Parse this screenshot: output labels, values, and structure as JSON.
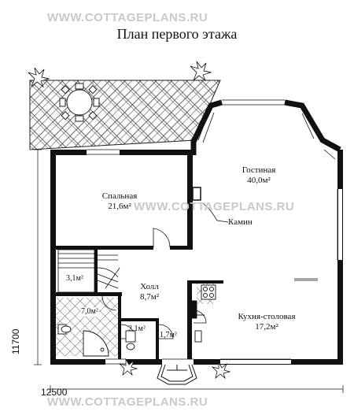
{
  "watermark": "WWW.COTTAGEPLANS.RU",
  "title": "План первого этажа",
  "rooms": {
    "bedroom": {
      "name": "Спальная",
      "area": "21,6м²"
    },
    "living": {
      "name": "Гостиная",
      "area": "40,0м²"
    },
    "fireplace": "Камин",
    "hall": {
      "name": "Холл",
      "area": "8,7м²"
    },
    "kitchen": {
      "name": "Кухня-столовая",
      "area": "17,2м²"
    },
    "storage": "3,1м²",
    "bath": "7,0м²",
    "wc": "2,1м²",
    "vestibule": "1,7м²"
  },
  "dimensions": {
    "height": "11700",
    "width": "12500"
  },
  "colors": {
    "wall": "#111111",
    "hatch": "#555555",
    "watermark": "#c9c9c9"
  }
}
